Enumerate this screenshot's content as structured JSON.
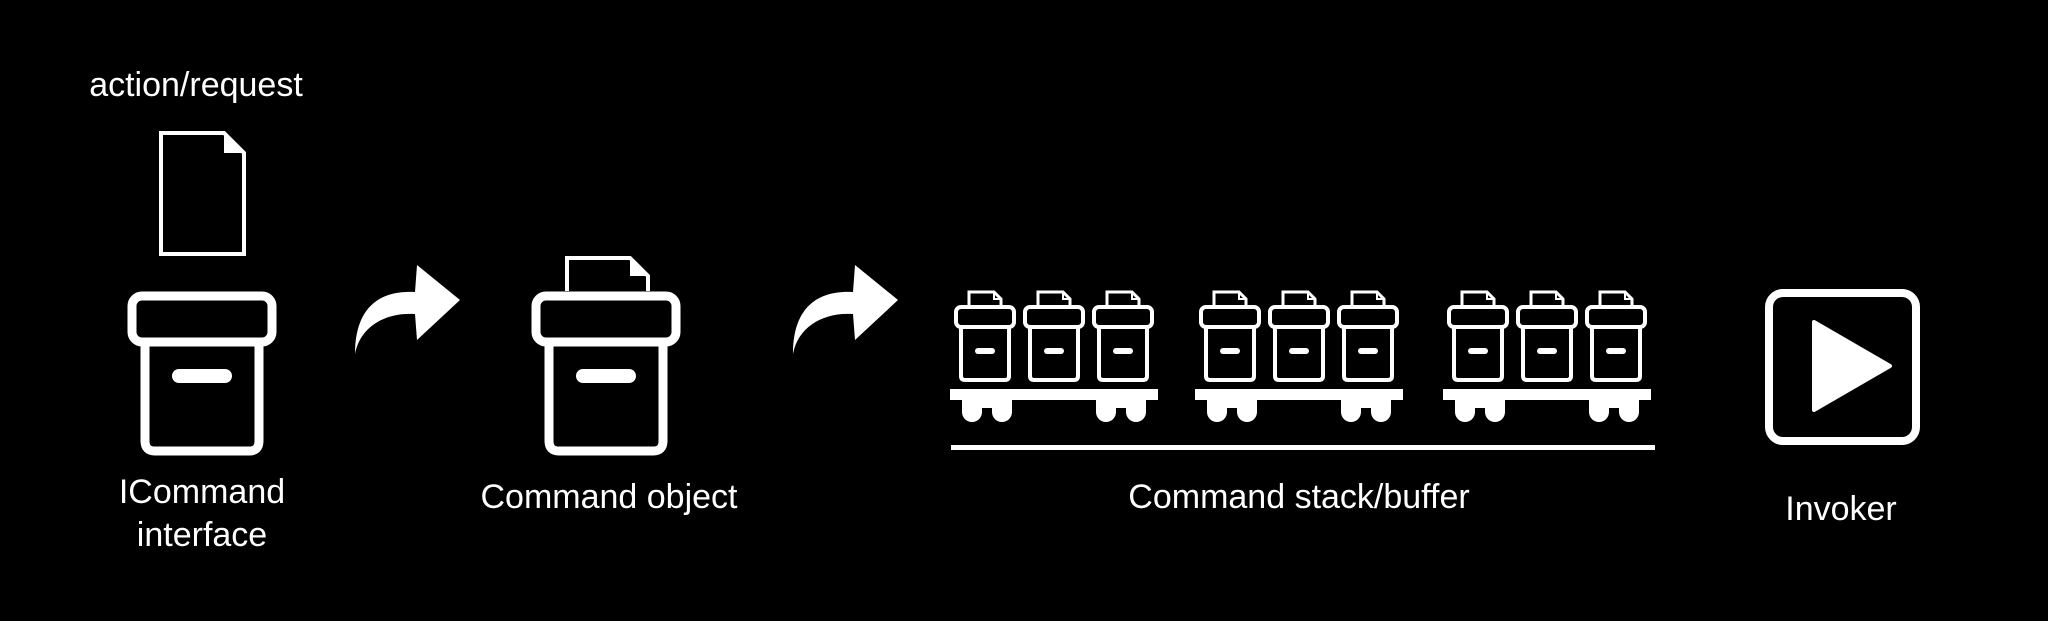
{
  "colors": {
    "background": "#000000",
    "foreground": "#ffffff"
  },
  "labels": {
    "request": "action/request",
    "interface_line1": "ICommand",
    "interface_line2": "interface",
    "command_object": "Command object",
    "stack": "Command stack/buffer",
    "invoker": "Invoker"
  },
  "icons": [
    "document-icon",
    "archive-box-icon",
    "curved-arrow-icon",
    "archive-box-with-document-icon",
    "cart-icon",
    "play-button-icon"
  ],
  "stack": {
    "groups": 3,
    "boxes_per_group": 3
  }
}
